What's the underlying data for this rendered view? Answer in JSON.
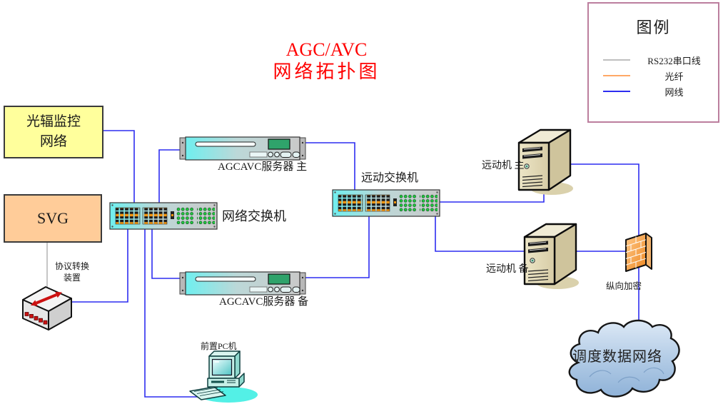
{
  "title": {
    "line1": "AGC/AVC",
    "line2": "网络拓扑图"
  },
  "legend": {
    "title": "图例",
    "items": [
      {
        "label": "RS232串口线",
        "color": "#BFBFBF"
      },
      {
        "label": "光纤",
        "color": "#FFA866"
      },
      {
        "label": "网线",
        "color": "#2D2DF0"
      }
    ]
  },
  "nodes": {
    "pv_monitor_network": {
      "line1": "光辐监控",
      "line2": "网络"
    },
    "svg_system": {
      "label": "SVG"
    },
    "agc_server_main": {
      "label": "AGCAVC服务器 主"
    },
    "agc_server_backup": {
      "label": "AGCAVC服务器 备"
    },
    "network_switch": {
      "label": "网络交换机"
    },
    "remote_switch": {
      "label": "远动交换机"
    },
    "remote_machine_main": {
      "label": "远动机 主"
    },
    "remote_machine_backup": {
      "label": "远动机 备"
    },
    "vertical_encryption": {
      "label": "纵向加密"
    },
    "dispatch_data_network": {
      "label": "调度数据网络"
    },
    "front_pc": {
      "label": "前置PC机"
    },
    "protocol_converter": {
      "line1": "协议转换",
      "line2": "装置"
    }
  },
  "colors": {
    "title_text": "#FF0000",
    "cable_rs232": "#A8A8A8",
    "cable_fiber": "#FFA866",
    "cable_network": "#2D2DF0",
    "pv_box_fill": "#FFFF9C",
    "svg_box_fill": "#FFCC99",
    "legend_border": "#BC7E9E"
  }
}
